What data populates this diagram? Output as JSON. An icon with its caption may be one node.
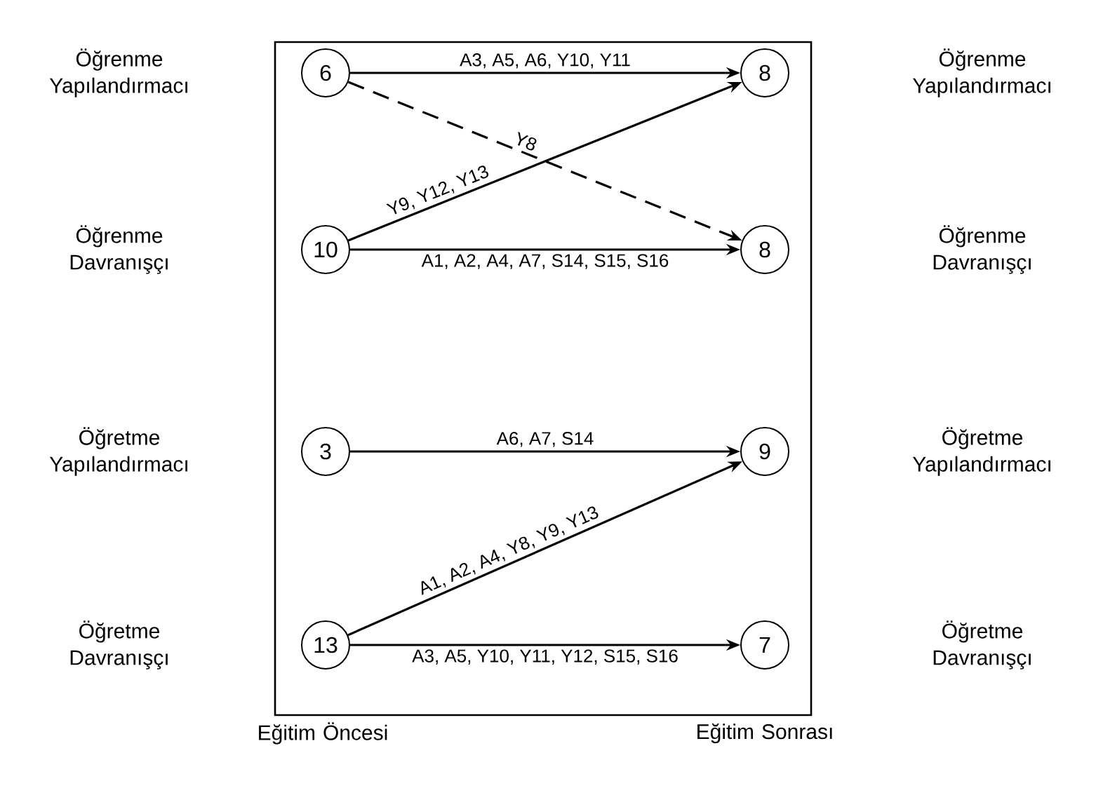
{
  "diagram": {
    "nodes": [
      {
        "text": [
          "6"
        ]
      },
      {
        "text": [
          "10"
        ]
      },
      {
        "text": [
          "3"
        ]
      },
      {
        "text": [
          "13"
        ]
      },
      {
        "text": [
          "8"
        ]
      },
      {
        "text": [
          "8"
        ]
      },
      {
        "text": [
          "9"
        ]
      },
      {
        "text": [
          "7"
        ]
      }
    ],
    "edges": [
      {
        "from": 0,
        "to": 4,
        "arrow": "to",
        "label": "A3, A5, A6, Y10, Y11"
      },
      {
        "from": 0,
        "to": 5,
        "arrow": "to",
        "label": "Y8",
        "style": "dashed"
      },
      {
        "from": 1,
        "to": 4,
        "arrow": "to",
        "label": "Y9, Y12, Y13"
      },
      {
        "from": 1,
        "to": 5,
        "arrow": "to",
        "label": "A1, A2, A4, A7, S14, S15, S16"
      },
      {
        "from": 2,
        "to": 6,
        "arrow": "to",
        "label": "A6, A7, S14"
      },
      {
        "from": 3,
        "to": 6,
        "arrow": "to",
        "label": "A1, A2, A4, Y8, Y9, Y13"
      },
      {
        "from": 3,
        "to": 7,
        "arrow": "to",
        "label": "A3, A5, Y10, Y11, Y12, S15, S16"
      }
    ],
    "labels": [
      "Öğrenme Yapılandırmacı",
      "Öğrenme Yapılandırmacı",
      "Öğrenme Davranışçı",
      "Öğrenme Davranışçı",
      "Öğretme Yapılandırmacı",
      "Öğretme Yapılandırmacı",
      "Öğretme Davranışçı",
      "Öğretme Davranışçı",
      "Eğitim Öncesi",
      "Eğitim Sonrası"
    ]
  }
}
